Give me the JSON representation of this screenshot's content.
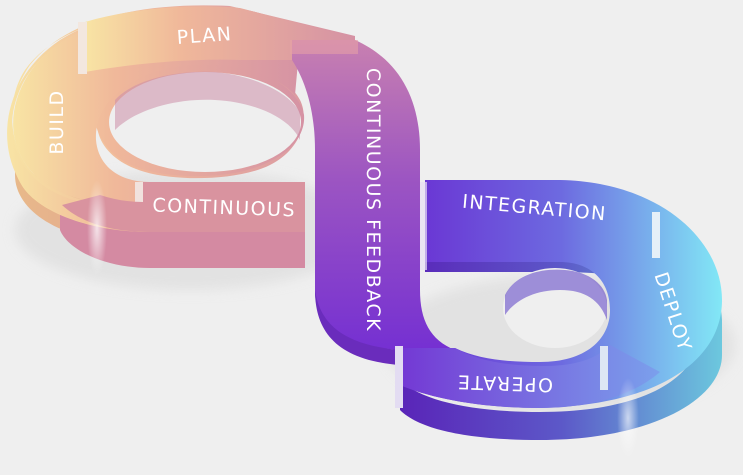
{
  "diagram": {
    "colors": {
      "background": "#efefef",
      "build": "#f7e0a0",
      "plan": "#e9a39a",
      "continuous": "#d28aa8",
      "feedback": "#9a4fc4",
      "integration": "#6a2fd0",
      "deploy": "#7fe6f4",
      "operate": "#7a55d6"
    },
    "stages": {
      "plan": "PLAN",
      "build": "BUILD",
      "continuous": "CONTINUOUS",
      "continuous_feedback": "CONTINUOUS FEEDBACK",
      "integration": "INTEGRATION",
      "deploy": "DEPLOY",
      "operate": "OPERATE"
    }
  }
}
